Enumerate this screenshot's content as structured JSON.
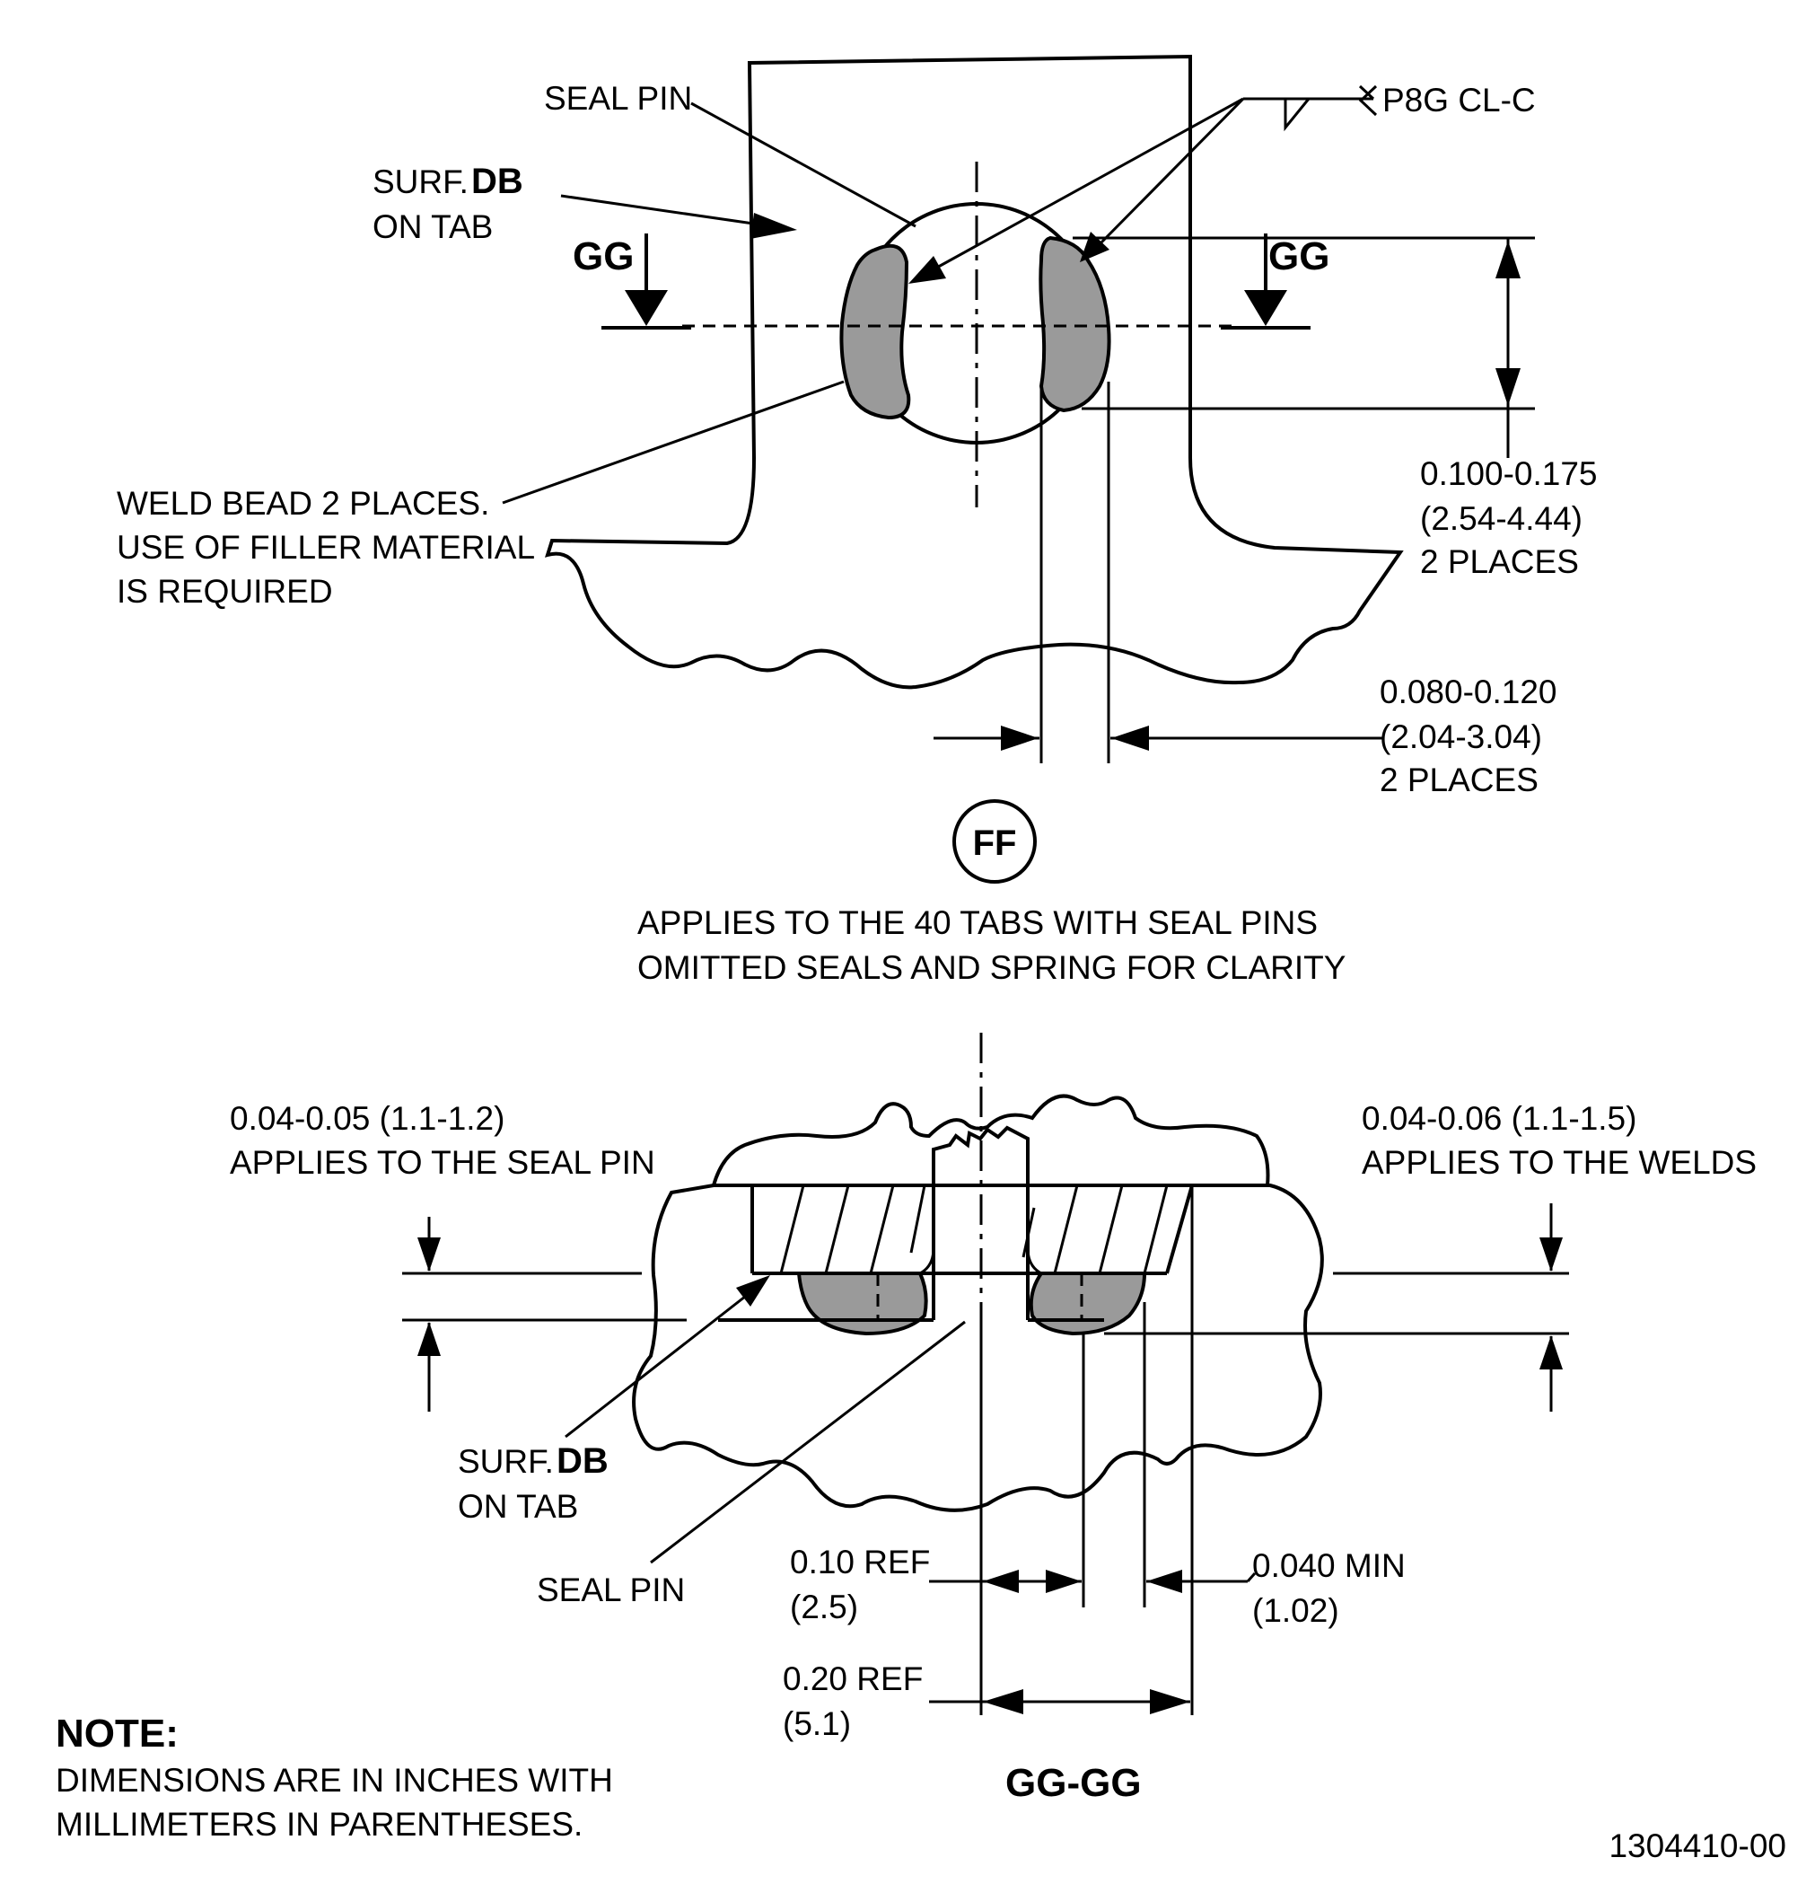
{
  "view_ff": {
    "seal_pin": "SEAL PIN",
    "surf_prefix": "SURF.",
    "surf_code": "DB",
    "on_tab": "ON TAB",
    "section_left": "GG",
    "section_right": "GG",
    "weld_symbol": "P8G CL-C",
    "weld_note_line1": "WELD BEAD 2 PLACES.",
    "weld_note_line2": "USE OF FILLER MATERIAL",
    "weld_note_line3": "IS REQUIRED",
    "dim_a_line1": "0.100-0.175",
    "dim_a_line2": "(2.54-4.44)",
    "dim_a_line3": "2 PLACES",
    "dim_b_line1": "0.080-0.120",
    "dim_b_line2": "(2.04-3.04)",
    "dim_b_line3": "2 PLACES",
    "view_label": "FF",
    "caption_line1": "APPLIES TO THE 40 TABS WITH SEAL PINS",
    "caption_line2": "OMITTED SEALS AND SPRING FOR CLARITY"
  },
  "view_gg": {
    "left_dim_line1": "0.04-0.05 (1.1-1.2)",
    "left_dim_line2": "APPLIES TO THE SEAL PIN",
    "right_dim_line1": "0.04-0.06 (1.1-1.5)",
    "right_dim_line2": "APPLIES TO THE WELDS",
    "surf_prefix": "SURF.",
    "surf_code": "DB",
    "on_tab": "ON TAB",
    "seal_pin": "SEAL PIN",
    "ref1_line1": "0.10 REF",
    "ref1_line2": "(2.5)",
    "min_line1": "0.040 MIN",
    "min_line2": "(1.02)",
    "ref2_line1": "0.20 REF",
    "ref2_line2": "(5.1)",
    "section_title": "GG-GG"
  },
  "note": {
    "heading": "NOTE:",
    "line1": "DIMENSIONS ARE IN INCHES WITH",
    "line2": "MILLIMETERS IN PARENTHESES."
  },
  "drawing_number": "1304410-00",
  "colors": {
    "weld_fill": "#9a9a9a",
    "ink": "#000000"
  }
}
